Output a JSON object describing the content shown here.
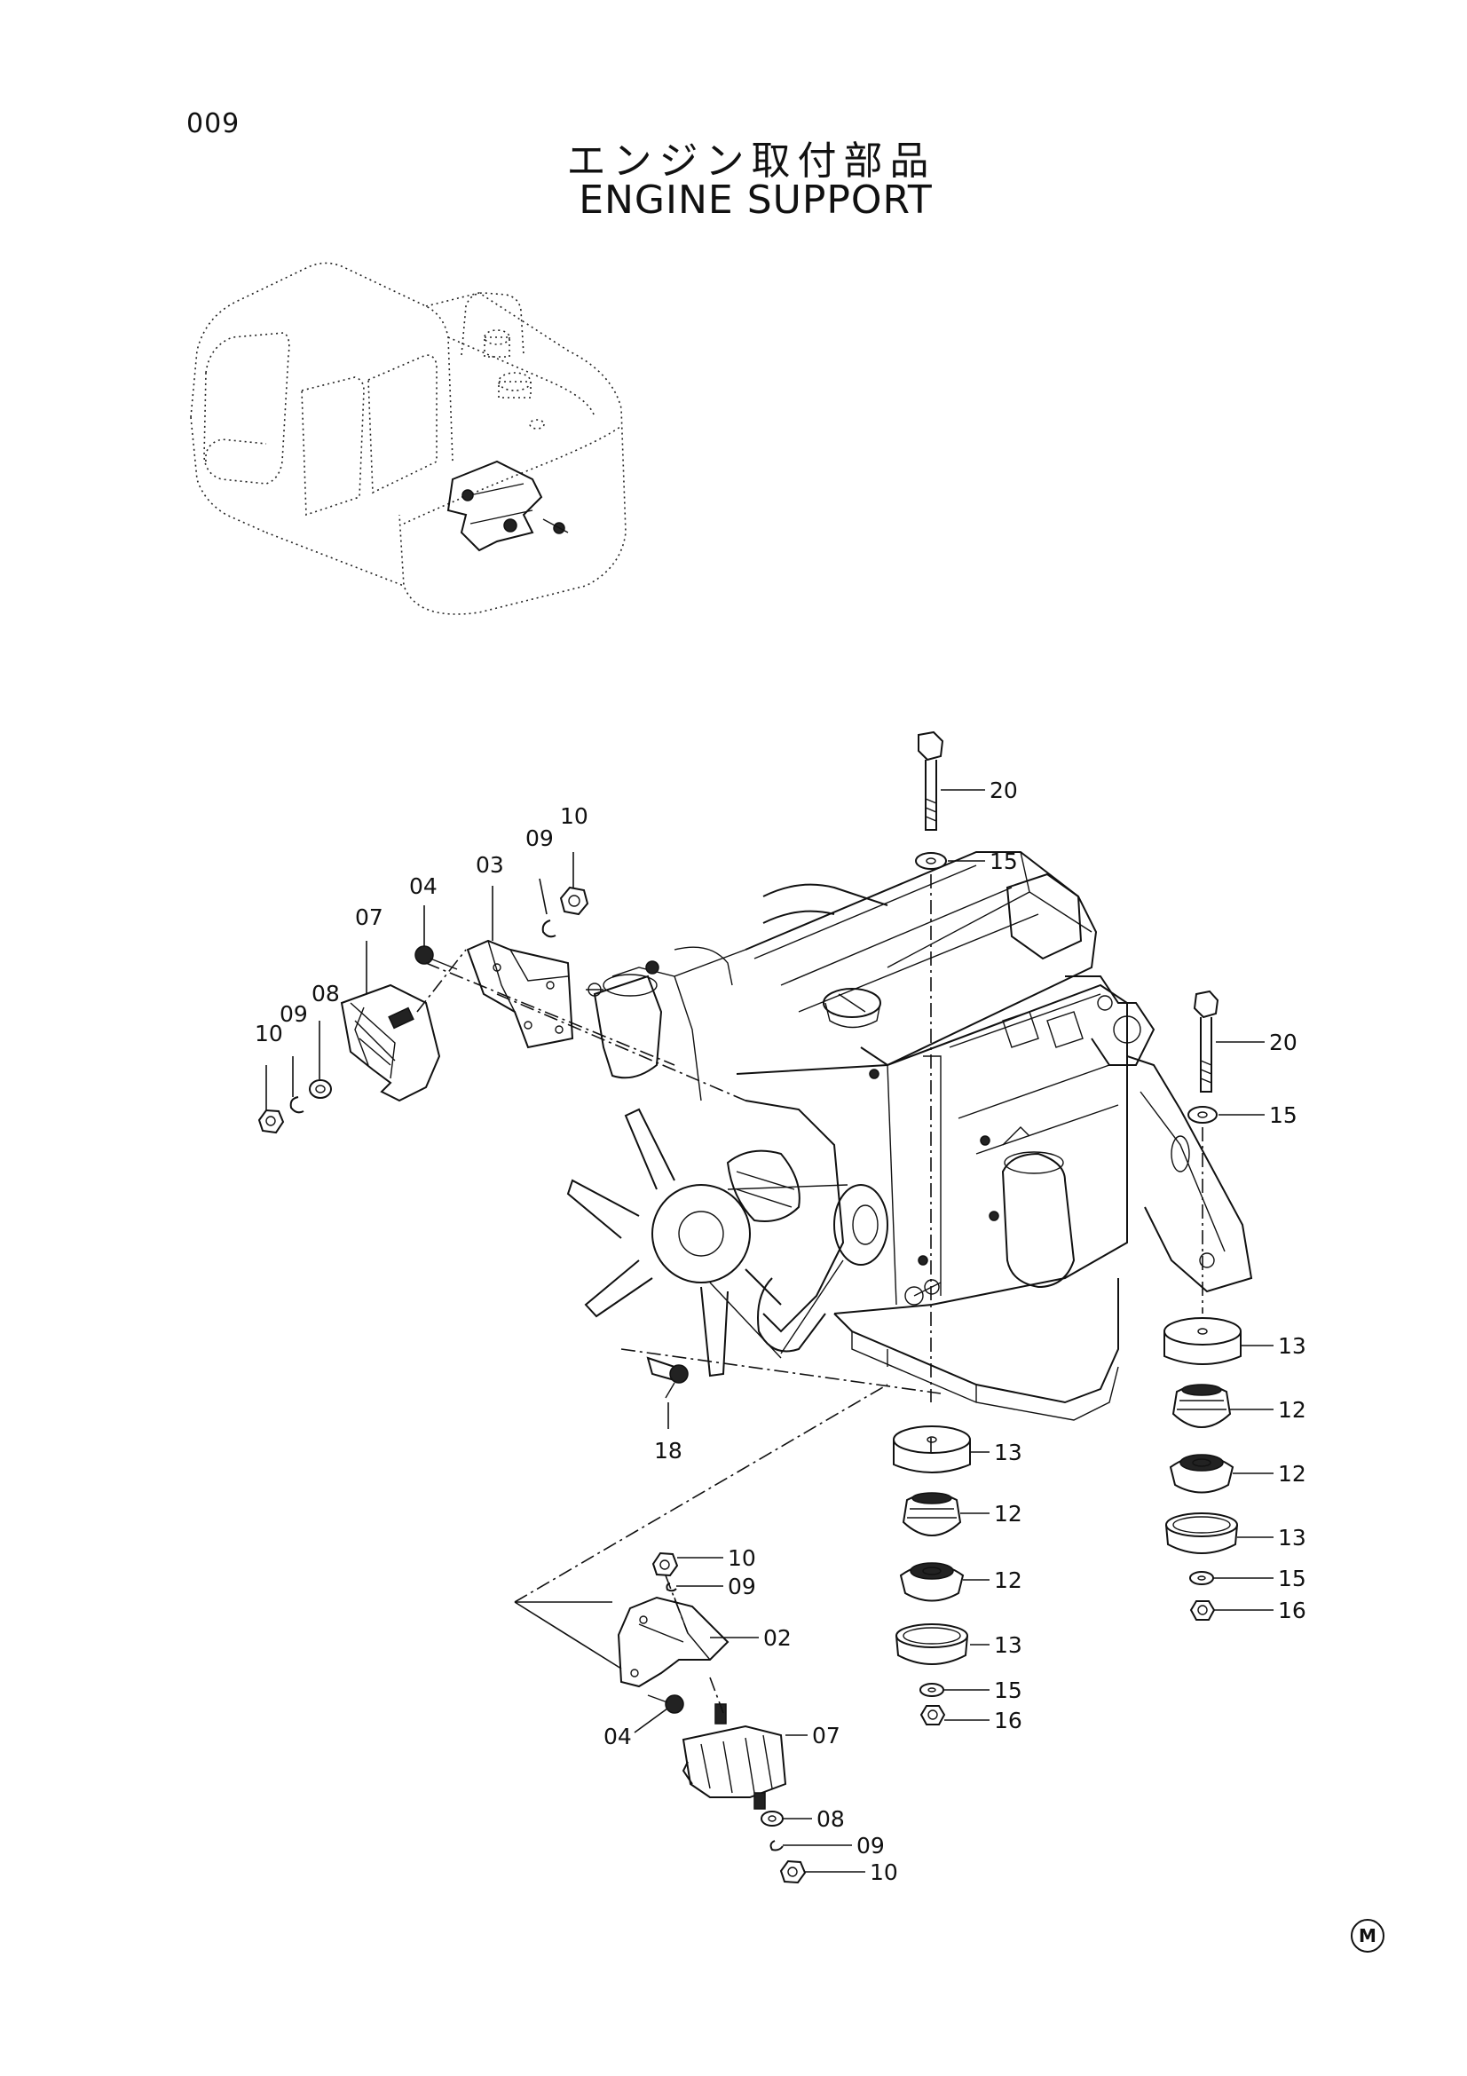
{
  "page_number": "009",
  "title_jp": "エンジン取付部品",
  "title_en": "ENGINE SUPPORT",
  "corner_mark": "M",
  "callouts": {
    "c20a": "20",
    "c15a": "15",
    "c20b": "20",
    "c15b": "15",
    "c10a": "10",
    "c09a": "09",
    "c03": "03",
    "c04a": "04",
    "c07a": "07",
    "c08a": "08",
    "c09b": "09",
    "c10b": "10",
    "c13a": "13",
    "c12a": "12",
    "c12b": "12",
    "c13b": "13",
    "c15c": "15",
    "c16a": "16",
    "c18": "18",
    "c13c": "13",
    "c12c": "12",
    "c12d": "12",
    "c13d": "13",
    "c15d": "15",
    "c16b": "16",
    "c10c": "10",
    "c09c": "09",
    "c02": "02",
    "c04b": "04",
    "c07b": "07",
    "c08b": "08",
    "c09d": "09",
    "c10d": "10"
  }
}
